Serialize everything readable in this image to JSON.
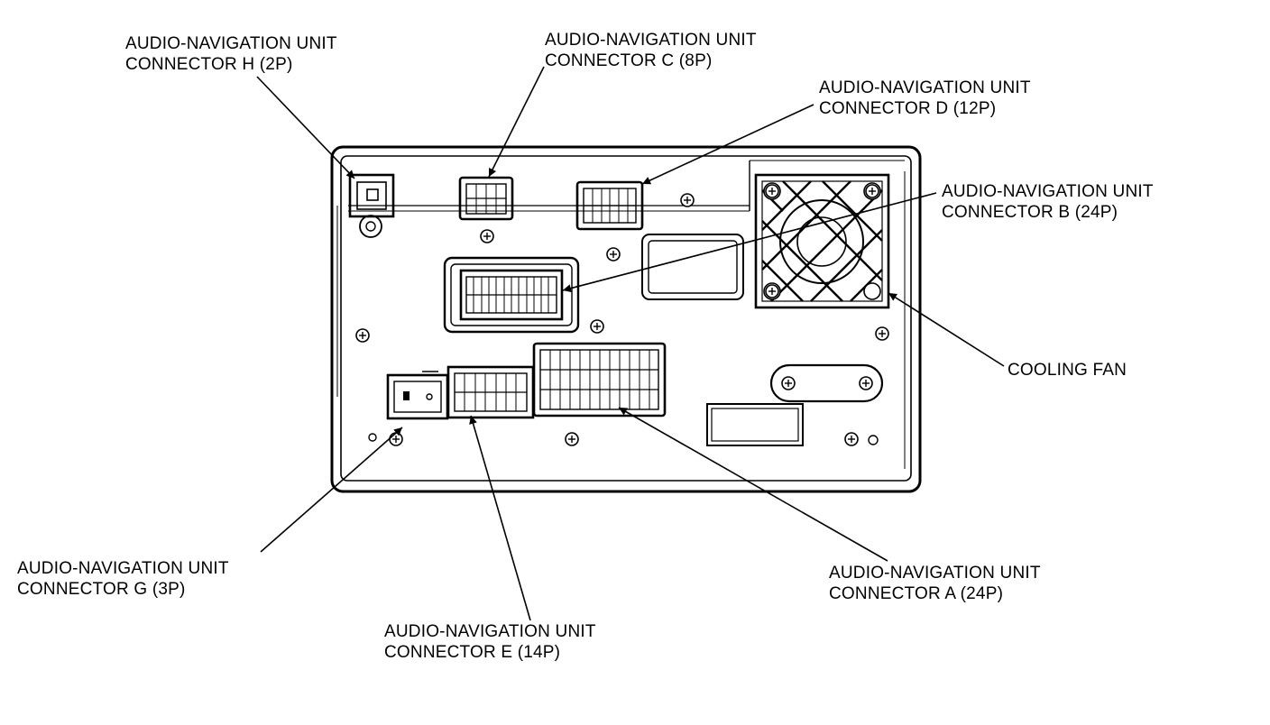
{
  "callouts": {
    "h": {
      "line1": "AUDIO-NAVIGATION UNIT",
      "line2": "CONNECTOR H (2P)"
    },
    "c": {
      "line1": "AUDIO-NAVIGATION UNIT",
      "line2": "CONNECTOR C (8P)"
    },
    "d": {
      "line1": "AUDIO-NAVIGATION UNIT",
      "line2": "CONNECTOR D (12P)"
    },
    "b": {
      "line1": "AUDIO-NAVIGATION UNIT",
      "line2": "CONNECTOR B (24P)"
    },
    "fan": {
      "line1": "COOLING FAN"
    },
    "g": {
      "line1": "AUDIO-NAVIGATION UNIT",
      "line2": "CONNECTOR G (3P)"
    },
    "e": {
      "line1": "AUDIO-NAVIGATION UNIT",
      "line2": "CONNECTOR E (14P)"
    },
    "a": {
      "line1": "AUDIO-NAVIGATION UNIT",
      "line2": "CONNECTOR A (24P)"
    }
  }
}
